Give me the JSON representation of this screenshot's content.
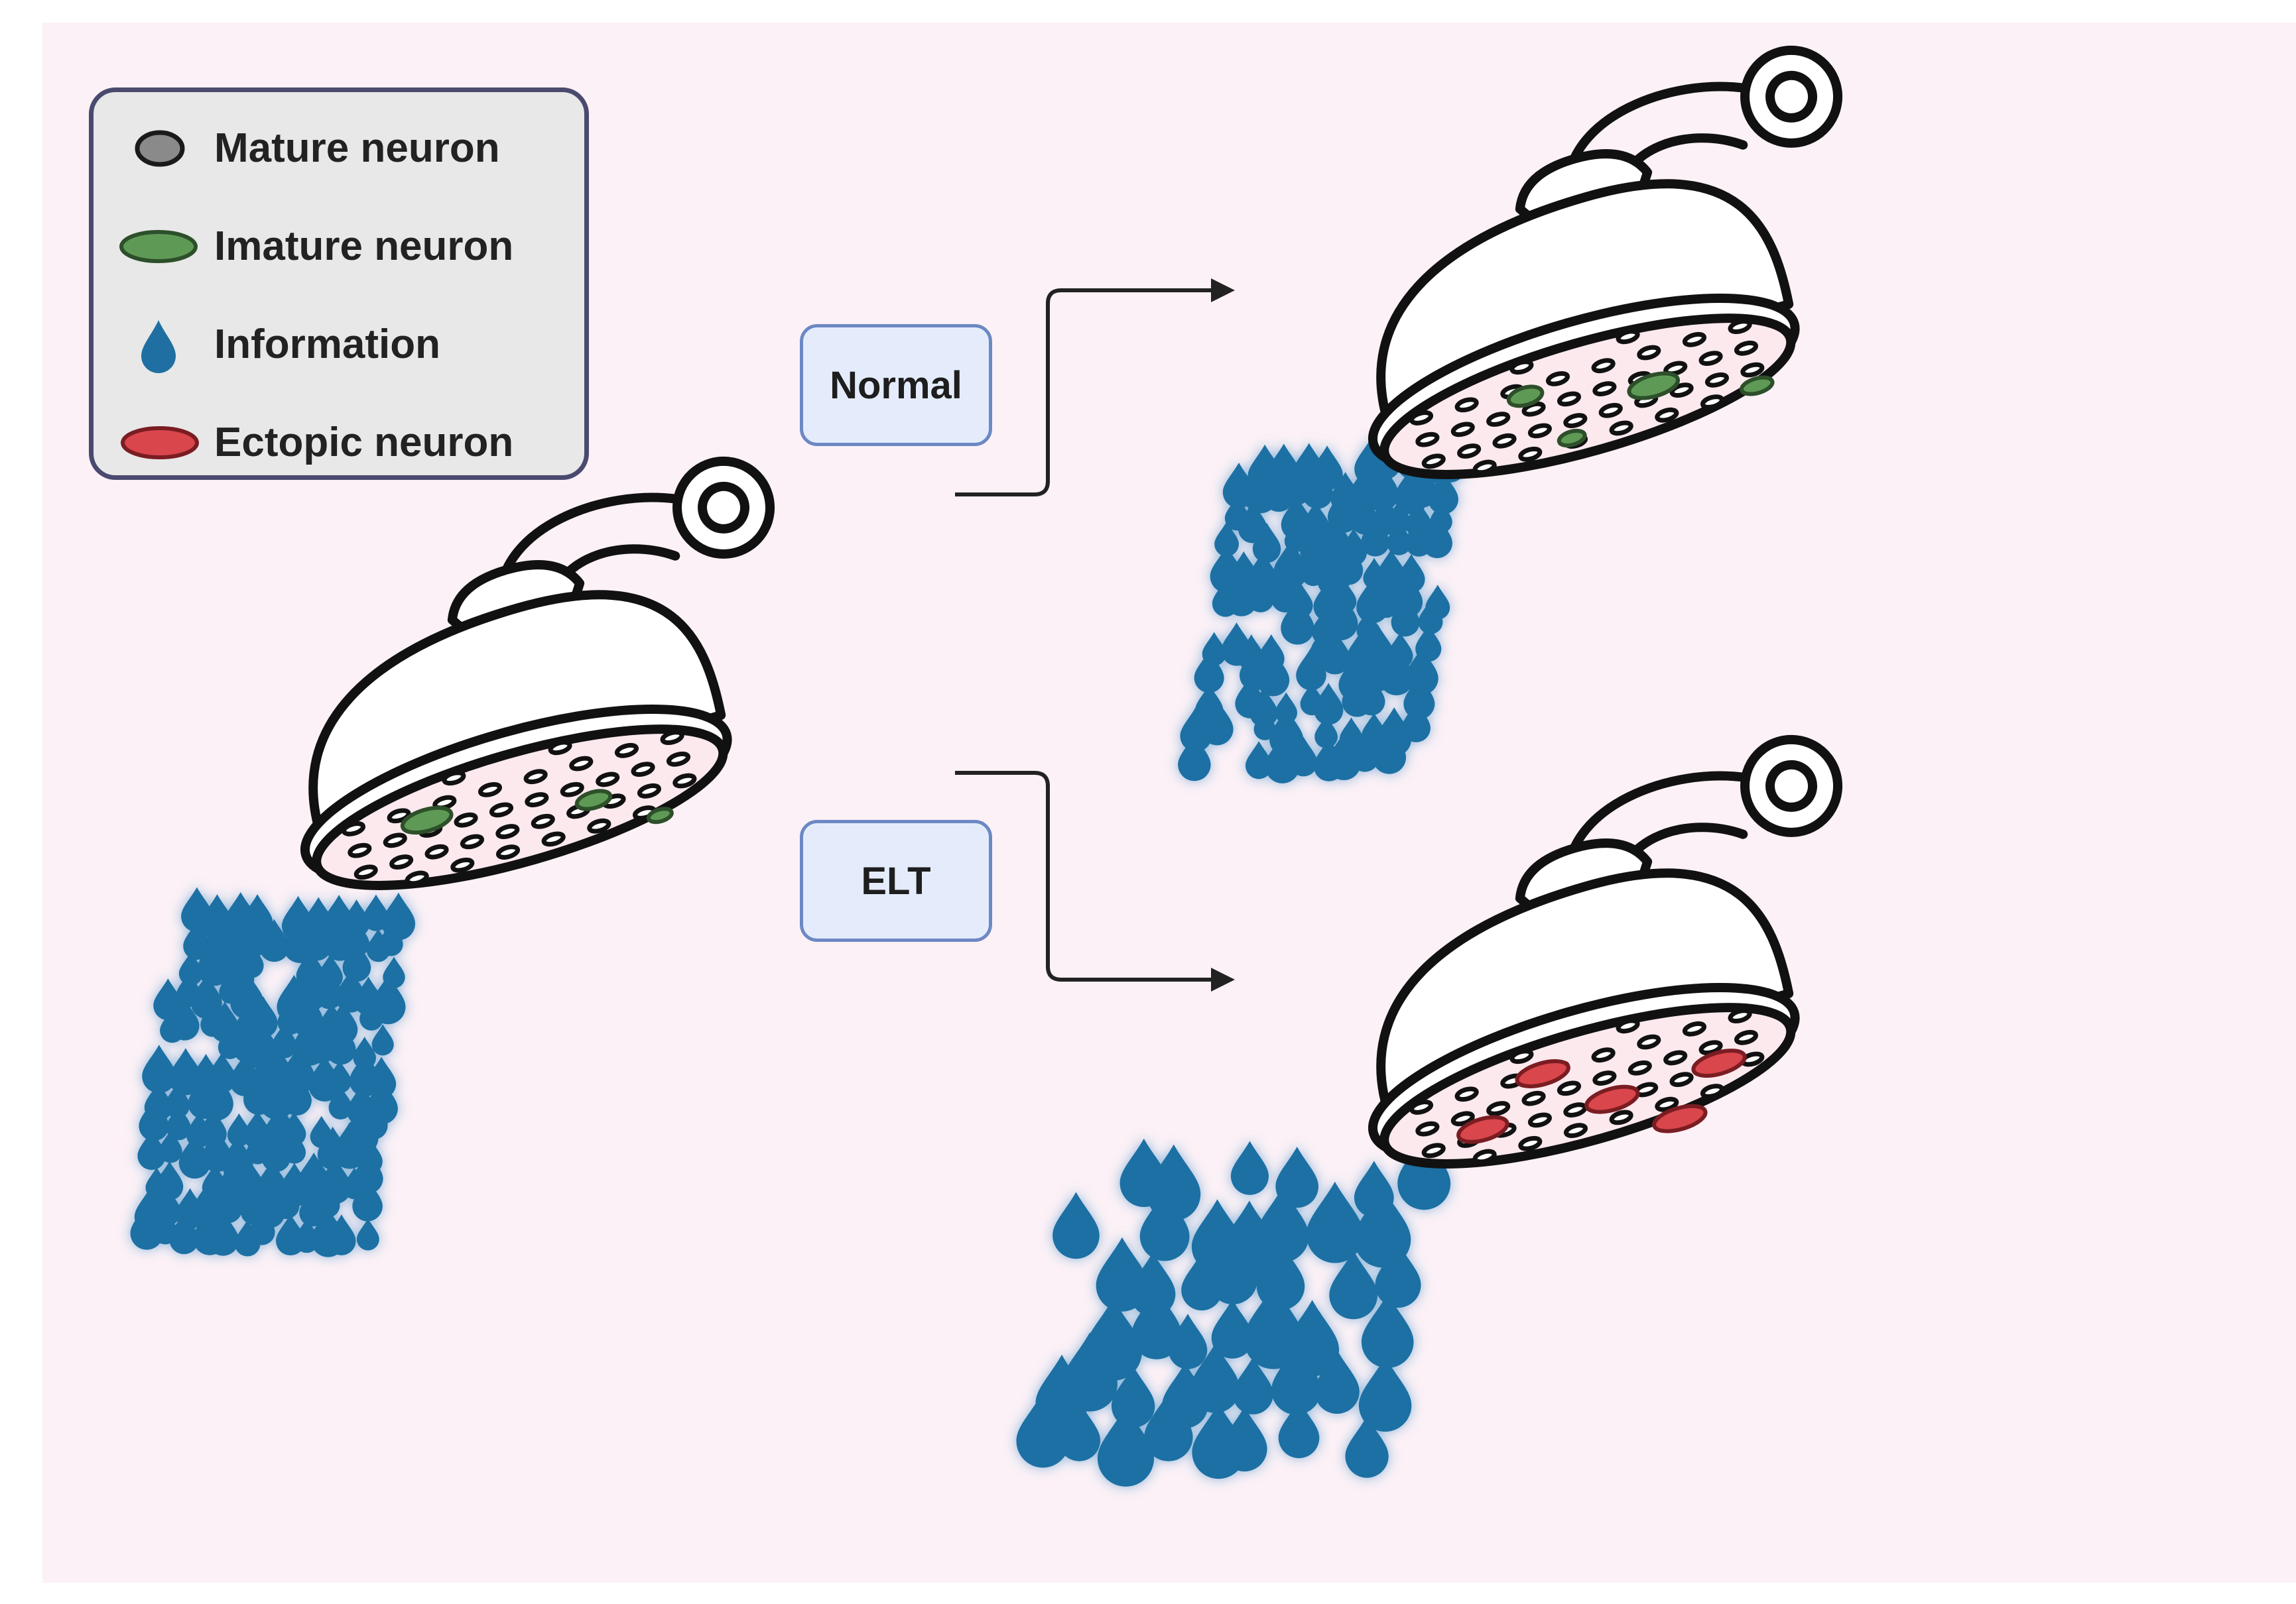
{
  "legend": {
    "items": [
      {
        "key": "mature",
        "label": "Mature neuron",
        "color": "#8a8a8a"
      },
      {
        "key": "immature",
        "label": "Imature neuron",
        "color": "#5e9a55"
      },
      {
        "key": "information",
        "label": "Information",
        "color": "#1f6fa3"
      },
      {
        "key": "ectopic",
        "label": "Ectopic neuron",
        "color": "#d9464c"
      }
    ]
  },
  "conditions": {
    "normal_label": "Normal",
    "elt_label": "ELT"
  },
  "colors": {
    "background": "#fcf1f6",
    "legend_fill": "#e8e8e8",
    "legend_border": "#4a4a6e",
    "box_fill": "#e4ecfc",
    "box_border": "#6c88c4",
    "drop": "#1f6fa3",
    "mature": "#8a8a8a",
    "immature": "#5e9a55",
    "ectopic": "#d9464c",
    "showerhead_face": "#fbe9ee"
  }
}
